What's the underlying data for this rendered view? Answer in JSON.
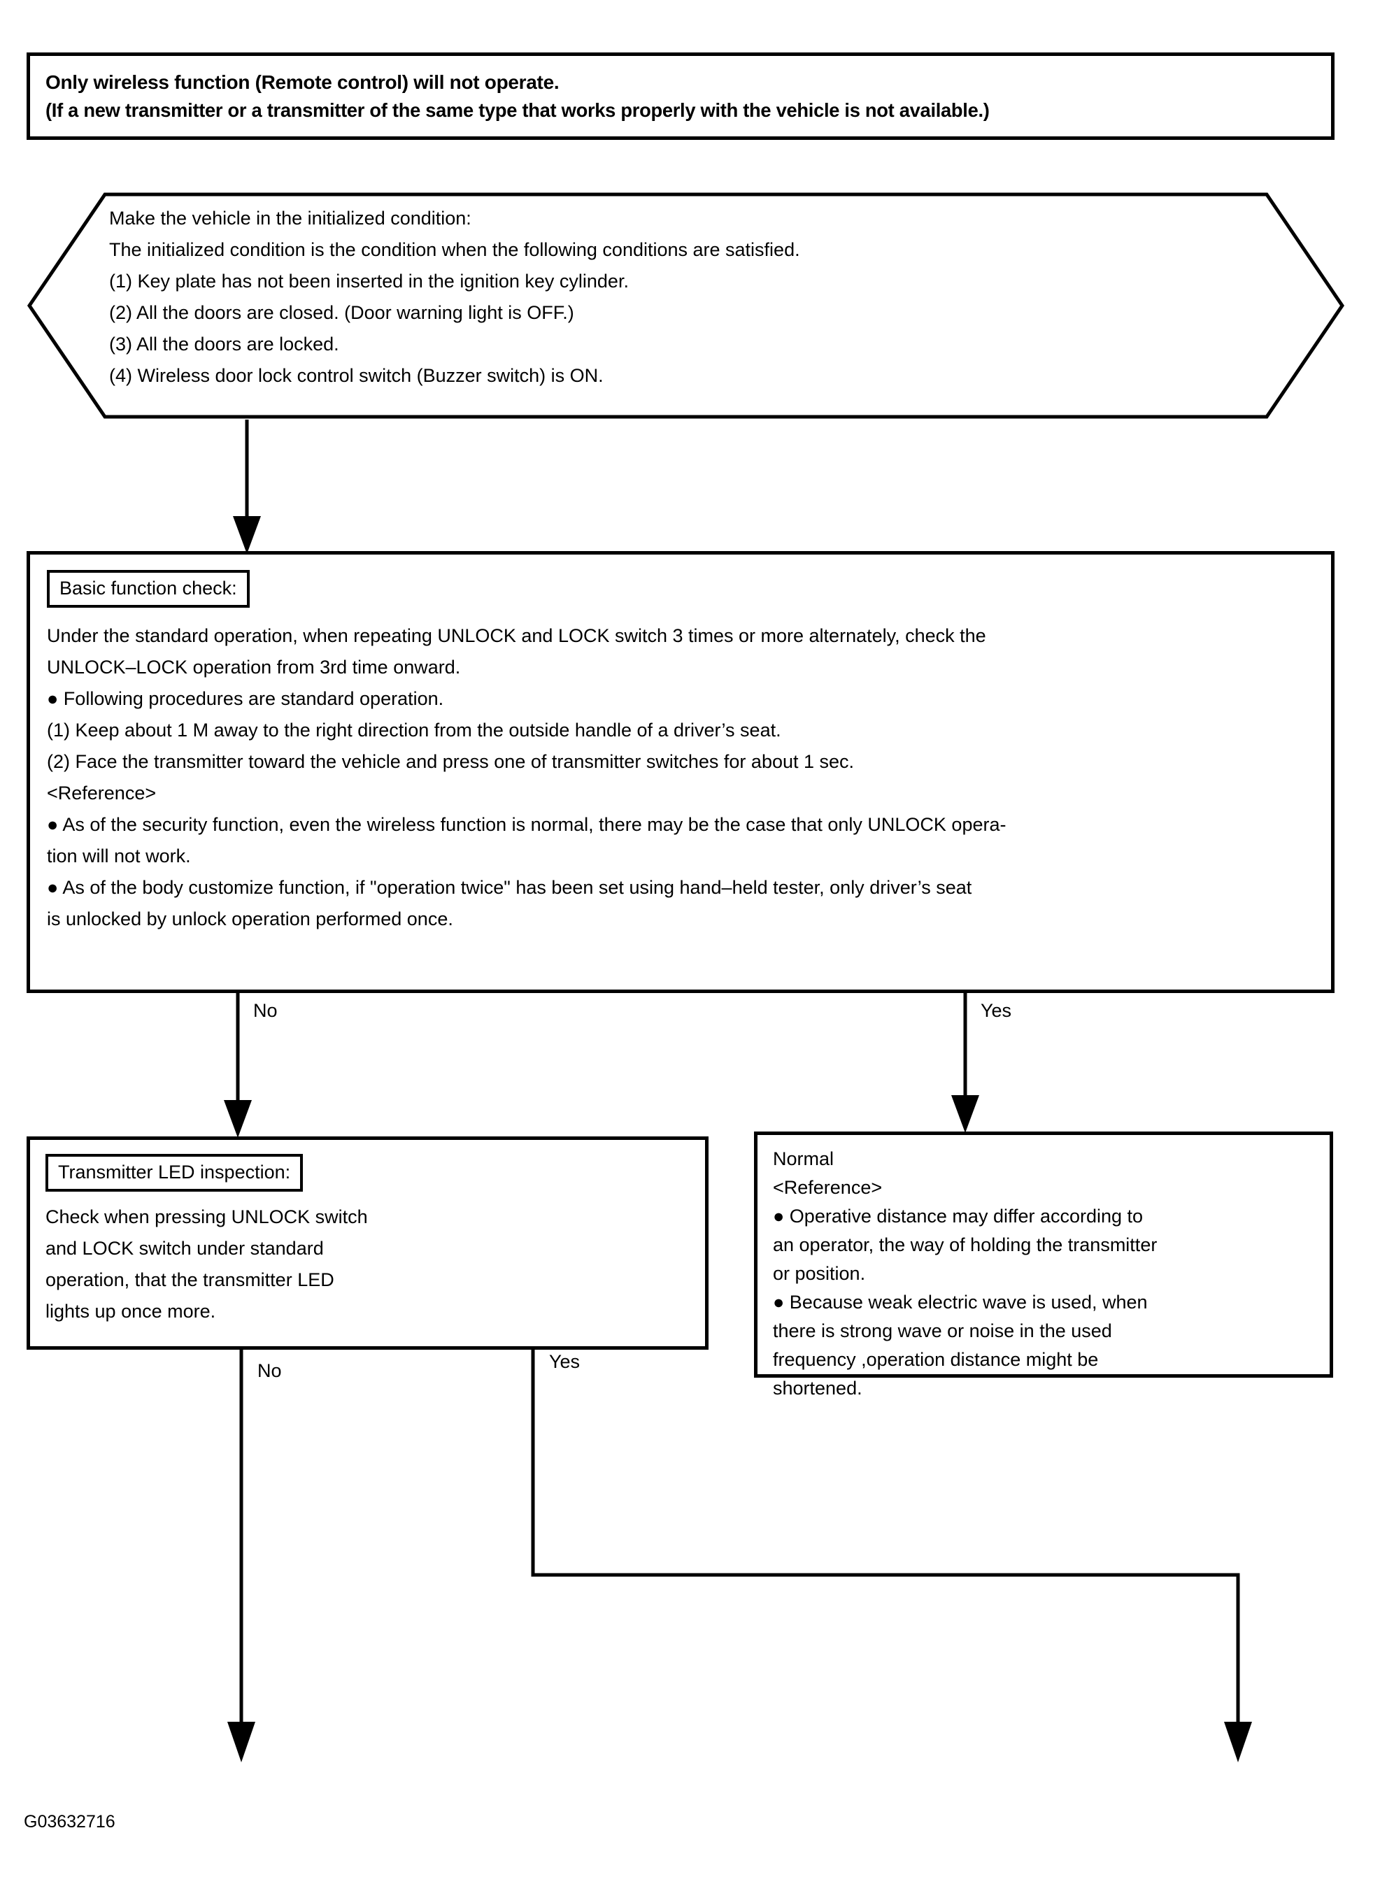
{
  "figure": {
    "id_label": "G03632716"
  },
  "title_box": {
    "line1": "Only wireless function (Remote control) will not operate.",
    "line2": "(If a new transmitter or a transmitter of the same type that works properly with the vehicle is not available.)"
  },
  "hexagon": {
    "lines": [
      "Make the vehicle in the initialized condition:",
      "The initialized condition is the condition when the following conditions are satisfied.",
      "(1) Key plate has not been inserted in the ignition key cylinder.",
      "(2) All the doors are closed. (Door warning light is OFF.)",
      "(3) All the doors are locked.",
      "(4) Wireless door lock control switch (Buzzer switch) is ON."
    ]
  },
  "basic_check": {
    "heading": "Basic function check:",
    "lines": [
      "Under the standard operation, when repeating UNLOCK and LOCK switch 3 times or more alternately, check the",
      "UNLOCK–LOCK operation from 3rd time onward.",
      "● Following procedures are standard operation.",
      "(1) Keep about 1 M away to the right direction from the outside handle of a driver’s seat.",
      "(2) Face the transmitter toward the vehicle and press one of transmitter switches for about 1 sec.",
      "<Reference>",
      "● As of the security function, even the wireless function is normal, there may be the case that only UNLOCK opera-",
      "tion will not work.",
      "● As of the body customize function, if \"operation twice\" has been set using hand–held tester, only driver’s seat",
      "is unlocked by unlock operation performed once."
    ]
  },
  "led_check": {
    "heading": "Transmitter LED inspection:",
    "lines": [
      "Check when pressing UNLOCK switch",
      "and LOCK switch under standard",
      "operation, that the transmitter LED",
      "lights up once more."
    ]
  },
  "normal_box": {
    "lines": [
      "Normal",
      "<Reference>",
      "● Operative distance may differ according to",
      "an operator, the way of holding the transmitter",
      "or position.",
      "● Because weak electric wave is used, when",
      "there is strong wave or noise in the used",
      "frequency ,operation distance might be",
      "shortened."
    ]
  },
  "branches": {
    "basic_no": "No",
    "basic_yes": "Yes",
    "led_no": "No",
    "led_yes": "Yes"
  }
}
